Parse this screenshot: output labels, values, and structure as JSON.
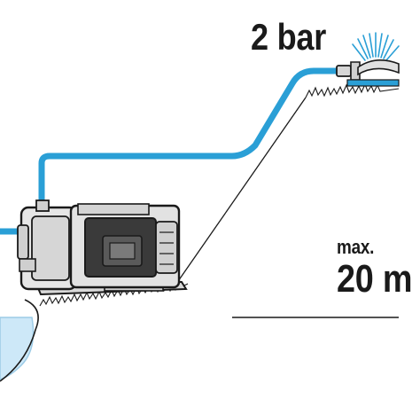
{
  "labels": {
    "pressure": "2 bar",
    "max": "max.",
    "height": "20 m"
  },
  "icons": {
    "pump": "garden-pump-icon",
    "sprinkler": "sprinkler-icon",
    "hose": "water-hose-icon",
    "water_source": "water-tank-icon"
  },
  "colors": {
    "hose": "#2a9fd6",
    "water": "#cde8f8",
    "water_edge": "#9ccbe6",
    "outline": "#1a1a1a",
    "pump_body": "#e6e6e6",
    "pump_dark": "#3a3a3a"
  }
}
